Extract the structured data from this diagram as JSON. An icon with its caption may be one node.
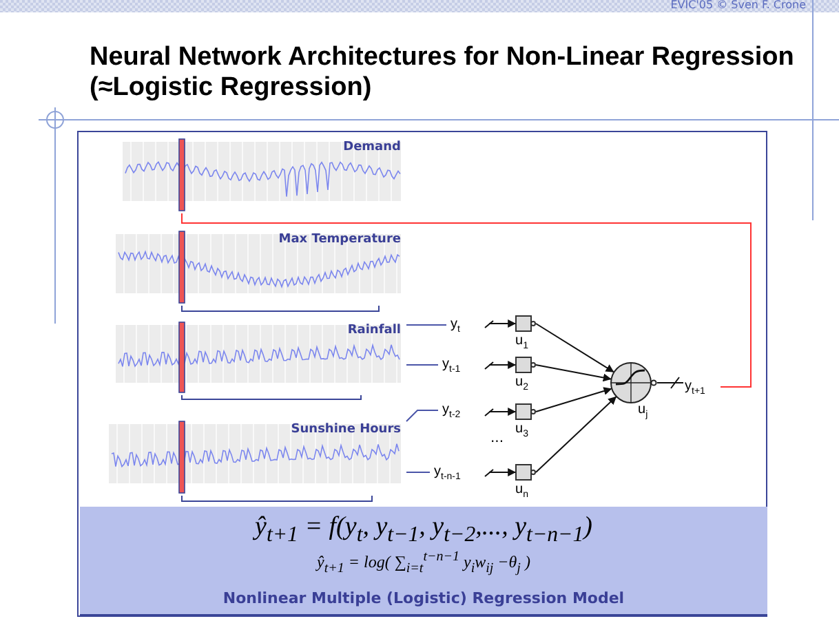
{
  "diagram": {
    "title": "Neural Network Architectures for Non-Linear Regression (≈Logistic Regression)",
    "nodes": [
      {
        "text": [
          "Demand"
        ]
      },
      {
        "text": [
          "Max Temperature"
        ]
      },
      {
        "text": [
          "Rainfall"
        ]
      },
      {
        "text": [
          "Sunshine Hours"
        ]
      },
      {
        "text": [
          "y$_{t}$"
        ]
      },
      {
        "text": [
          "y$_{t-1}$"
        ]
      },
      {
        "text": [
          "y$_{t-2}$"
        ]
      },
      {
        "text": [
          "y$_{t-n-1}$"
        ]
      },
      {
        "text": [
          "u$_{1}$"
        ]
      },
      {
        "text": [
          "u$_{2}$"
        ]
      },
      {
        "text": [
          "u$_{3}$"
        ]
      },
      {
        "text": [
          "u$_{n}$"
        ]
      },
      {
        "text": [
          "u$_{j}$"
        ]
      },
      {
        "text": [
          "y$_{t+1}$"
        ]
      },
      {
        "text": [
          "ŷ$_{t+1}$ = f(y$_{t}$, y$_{t−1}$, y$_{t−2}$,..., y$_{t−n−1}$)",
          "ŷ$_{t+1}$ = log( ∑$_{i=t}$$^{t−n−1}$ y$_{i}$w$_{ij}$ −θ$_{j}$ )",
          "Nonlinear Multiple (Logistic) Regression Model"
        ]
      }
    ],
    "edges": [
      {
        "from": 2,
        "to": 4,
        "arrow": "none",
        "color": "#4a55a8"
      },
      {
        "from": 2,
        "to": 5,
        "arrow": "none",
        "color": "#4a55a8"
      },
      {
        "from": 3,
        "to": 6,
        "arrow": "none",
        "color": "#4a55a8"
      },
      {
        "from": 3,
        "to": 7,
        "arrow": "none",
        "color": "#4a55a8"
      },
      {
        "from": 4,
        "to": 8,
        "arrow": "to"
      },
      {
        "from": 5,
        "to": 9,
        "arrow": "to"
      },
      {
        "from": 6,
        "to": 10,
        "arrow": "to"
      },
      {
        "from": 7,
        "to": 11,
        "arrow": "to"
      },
      {
        "from": 8,
        "to": 12,
        "arrow": "to"
      },
      {
        "from": 9,
        "to": 12,
        "arrow": "to"
      },
      {
        "from": 10,
        "to": 12,
        "arrow": "to"
      },
      {
        "from": 11,
        "to": 12,
        "arrow": "to"
      },
      {
        "from": 12,
        "to": 13,
        "arrow": "none"
      },
      {
        "from": 13,
        "to": 0,
        "arrow": "none",
        "color": "#ff3333"
      }
    ],
    "labels": [
      "EVIC'05 © Sven F. Crone",
      "..."
    ]
  }
}
